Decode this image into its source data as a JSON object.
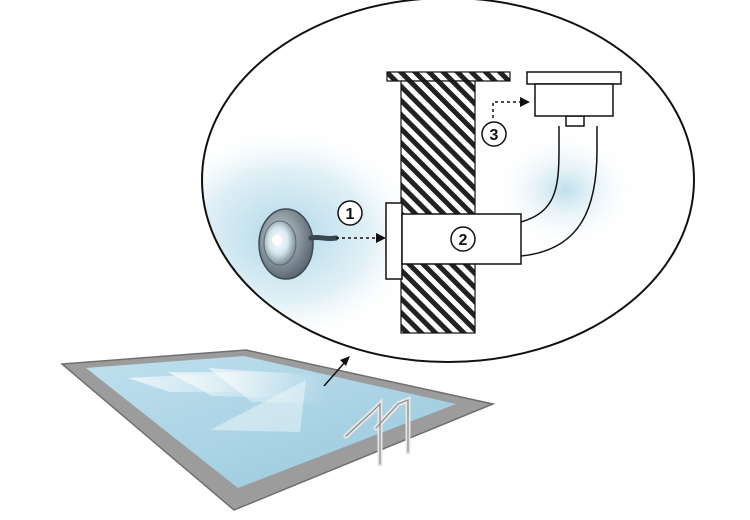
{
  "callouts": [
    {
      "id": "1",
      "label": "1"
    },
    {
      "id": "2",
      "label": "2"
    },
    {
      "id": "3",
      "label": "3"
    }
  ],
  "colors": {
    "wall_hatch": "#222222",
    "pool_water": "#a9d3e6",
    "pool_deck": "#9c9c9c",
    "pool_border": "#6f6f6f",
    "glow": "#b9dcea",
    "line": "#111111"
  }
}
